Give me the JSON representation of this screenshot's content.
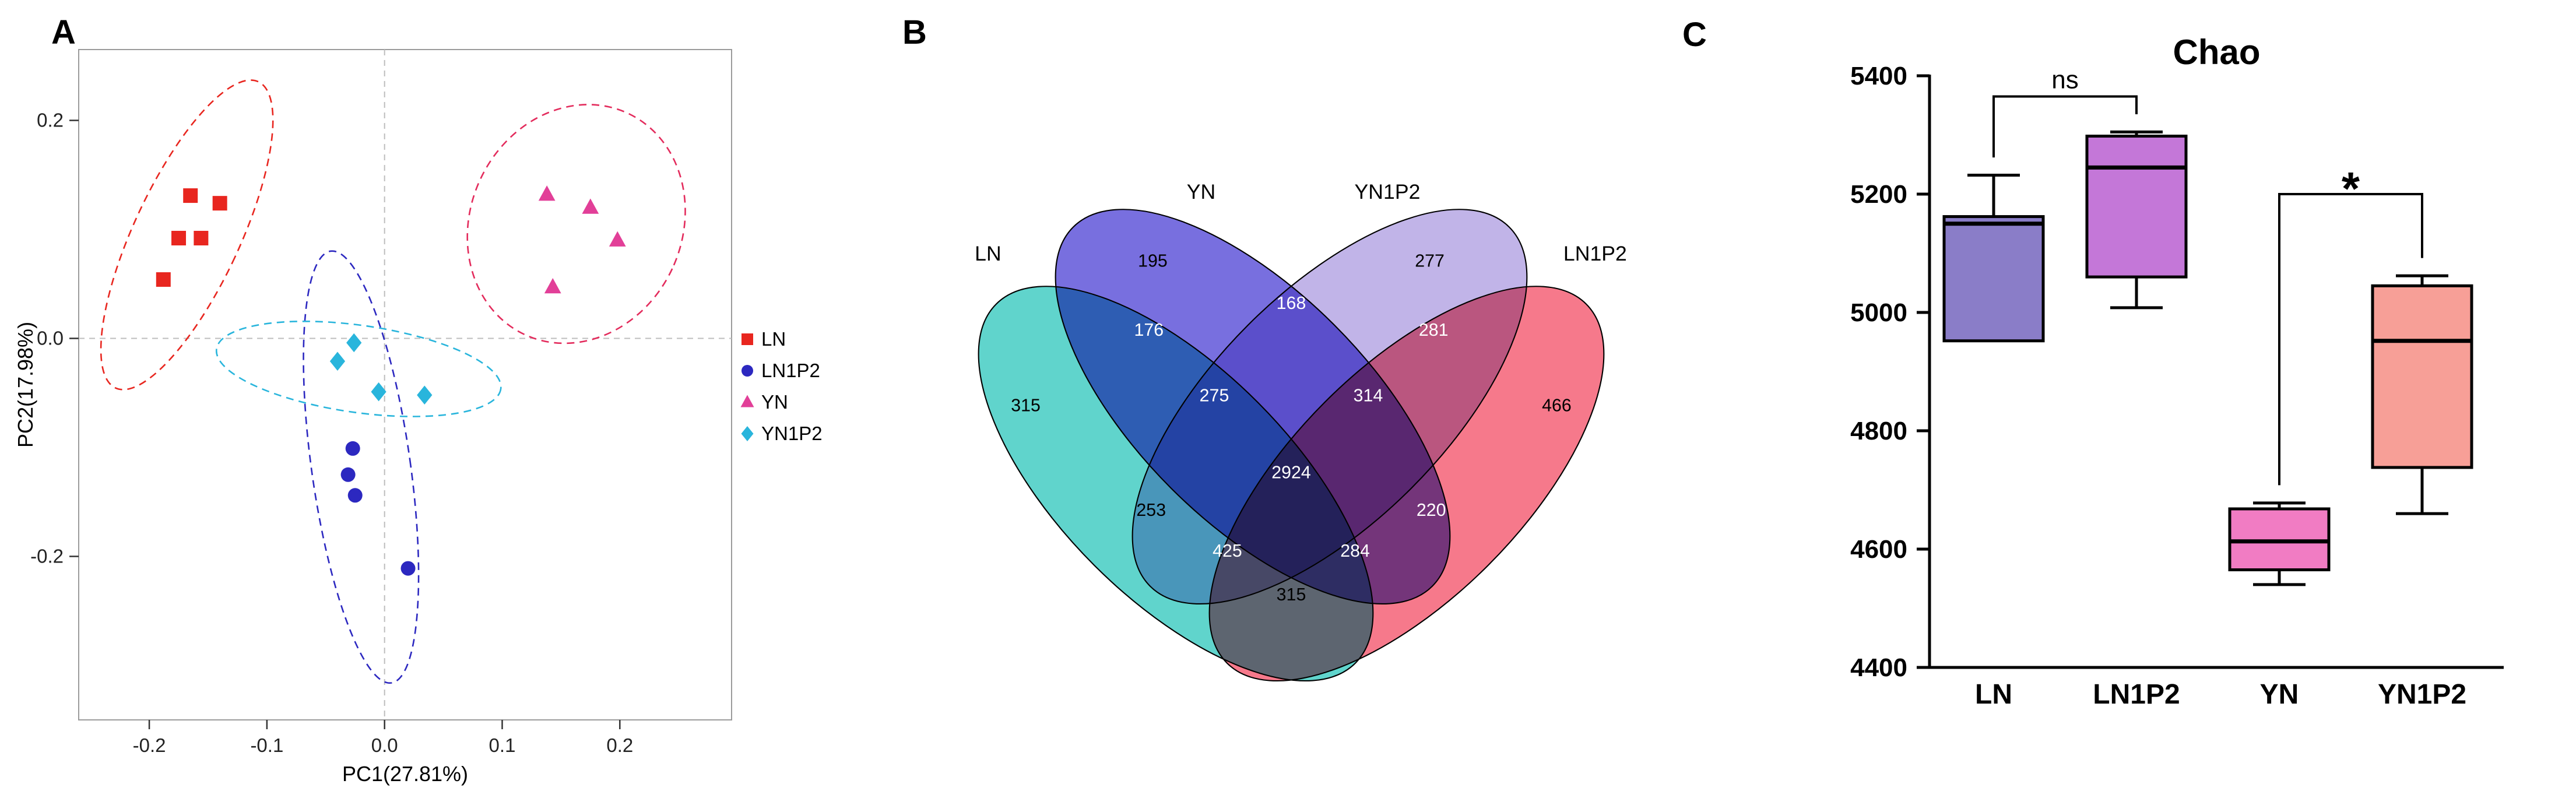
{
  "figure": {
    "background": "#ffffff",
    "panels": [
      {
        "id": "A",
        "label": "A",
        "kind": "pca-scatter"
      },
      {
        "id": "B",
        "label": "B",
        "kind": "venn-diagram"
      },
      {
        "id": "C",
        "label": "C",
        "kind": "box-plot"
      }
    ]
  },
  "chart_data": [
    {
      "type": "scatter",
      "panel": "A",
      "xlabel": "PC1(27.81%)",
      "ylabel": "PC2(17.98%)",
      "xlim": [
        -0.26,
        0.295
      ],
      "ylim": [
        -0.35,
        0.265
      ],
      "xticks": [
        -0.2,
        -0.1,
        0.0,
        0.1,
        0.2
      ],
      "yticks": [
        -0.2,
        0.0,
        0.2
      ],
      "grid": "zero-lines-dashed",
      "legend_position": "right",
      "series": [
        {
          "name": "LN",
          "marker": "square",
          "color": "#e8261f",
          "points": [
            [
              -0.165,
              0.131
            ],
            [
              -0.14,
              0.124
            ],
            [
              -0.175,
              0.092
            ],
            [
              -0.156,
              0.092
            ],
            [
              -0.188,
              0.054
            ]
          ],
          "ellipse": {
            "cx": -0.168,
            "cy": 0.095,
            "rx": 0.045,
            "ry": 0.155,
            "rot": 25
          }
        },
        {
          "name": "LN1P2",
          "marker": "circle",
          "color": "#2c28c0",
          "points": [
            [
              -0.027,
              -0.101
            ],
            [
              -0.031,
              -0.125
            ],
            [
              -0.025,
              -0.144
            ],
            [
              0.02,
              -0.211
            ]
          ],
          "ellipse": {
            "cx": -0.02,
            "cy": -0.118,
            "rx": 0.042,
            "ry": 0.2,
            "rot": -8
          }
        },
        {
          "name": "YN",
          "marker": "triangle",
          "color": "#e23f98",
          "points": [
            [
              0.138,
              0.132
            ],
            [
              0.175,
              0.12
            ],
            [
              0.198,
              0.09
            ],
            [
              0.143,
              0.047
            ]
          ],
          "ellipse": {
            "cx": 0.163,
            "cy": 0.105,
            "rx": 0.09,
            "ry": 0.112,
            "rot": 25,
            "color": "#e32b5c"
          }
        },
        {
          "name": "YN1P2",
          "marker": "diamond",
          "color": "#29b5dc",
          "points": [
            [
              -0.04,
              -0.021
            ],
            [
              -0.005,
              -0.049
            ],
            [
              0.034,
              -0.052
            ],
            [
              -0.026,
              -0.004
            ]
          ],
          "ellipse": {
            "cx": -0.022,
            "cy": -0.028,
            "rx": 0.122,
            "ry": 0.04,
            "rot": 8
          }
        }
      ]
    },
    {
      "type": "venn4",
      "panel": "B",
      "sets": [
        {
          "name": "LN",
          "color": "#52d0c8"
        },
        {
          "name": "YN",
          "color": "#6c63dc"
        },
        {
          "name": "YN1P2",
          "color": "#bcaee6"
        },
        {
          "name": "LN1P2",
          "color": "#f56e81"
        }
      ],
      "regions": [
        {
          "sets": "LN",
          "value": 315,
          "text": "#000000"
        },
        {
          "sets": "YN",
          "value": 195,
          "text": "#000000"
        },
        {
          "sets": "YN1P2",
          "value": 277,
          "text": "#000000"
        },
        {
          "sets": "LN1P2",
          "value": 466,
          "text": "#000000"
        },
        {
          "sets": "LN∩YN",
          "value": 176,
          "text": "#ffffff"
        },
        {
          "sets": "YN∩YN1P2",
          "value": 168,
          "text": "#ffffff"
        },
        {
          "sets": "YN1P2∩LN1P2",
          "value": 281,
          "text": "#ffffff"
        },
        {
          "sets": "LN∩YN∩YN1P2",
          "value": 275,
          "text": "#ffffff"
        },
        {
          "sets": "YN∩YN1P2∩LN1P2",
          "value": 314,
          "text": "#ffffff"
        },
        {
          "sets": "LN∩YN∩YN1P2∩LN1P2",
          "value": 2924,
          "text": "#ffffff"
        },
        {
          "sets": "LN∩YN1P2",
          "value": 253,
          "text": "#000000"
        },
        {
          "sets": "YN∩LN1P2",
          "value": 220,
          "text": "#ffffff"
        },
        {
          "sets": "LN∩YN1P2∩LN1P2",
          "value": 425,
          "text": "#ffffff"
        },
        {
          "sets": "LN∩YN∩LN1P2",
          "value": 284,
          "text": "#ffffff"
        },
        {
          "sets": "LN∩LN1P2",
          "value": 315,
          "text": "#000000"
        }
      ]
    },
    {
      "type": "box",
      "panel": "C",
      "title": "Chao",
      "ylim": [
        4400,
        5400
      ],
      "yticks": [
        4400,
        4600,
        4800,
        5000,
        5200,
        5400
      ],
      "categories": [
        "LN",
        "LN1P2",
        "YN",
        "YN1P2"
      ],
      "boxes": [
        {
          "name": "LN",
          "color": "#8a7dc8",
          "min": 4952,
          "q1": 4952,
          "median": 5150,
          "q3": 5162,
          "max": 5232
        },
        {
          "name": "LN1P2",
          "color": "#c477d8",
          "min": 5008,
          "q1": 5060,
          "median": 5245,
          "q3": 5298,
          "max": 5305
        },
        {
          "name": "YN",
          "color": "#f17cc3",
          "min": 4540,
          "q1": 4565,
          "median": 4613,
          "q3": 4668,
          "max": 4678
        },
        {
          "name": "YN1P2",
          "color": "#f79f97",
          "min": 4660,
          "q1": 4738,
          "median": 4952,
          "q3": 5045,
          "max": 5062
        }
      ],
      "comparisons": [
        {
          "groups": [
            "LN",
            "LN1P2"
          ],
          "label": "ns",
          "y": 5365
        },
        {
          "groups": [
            "YN",
            "YN1P2"
          ],
          "label": "*",
          "y": 5200
        }
      ]
    }
  ]
}
